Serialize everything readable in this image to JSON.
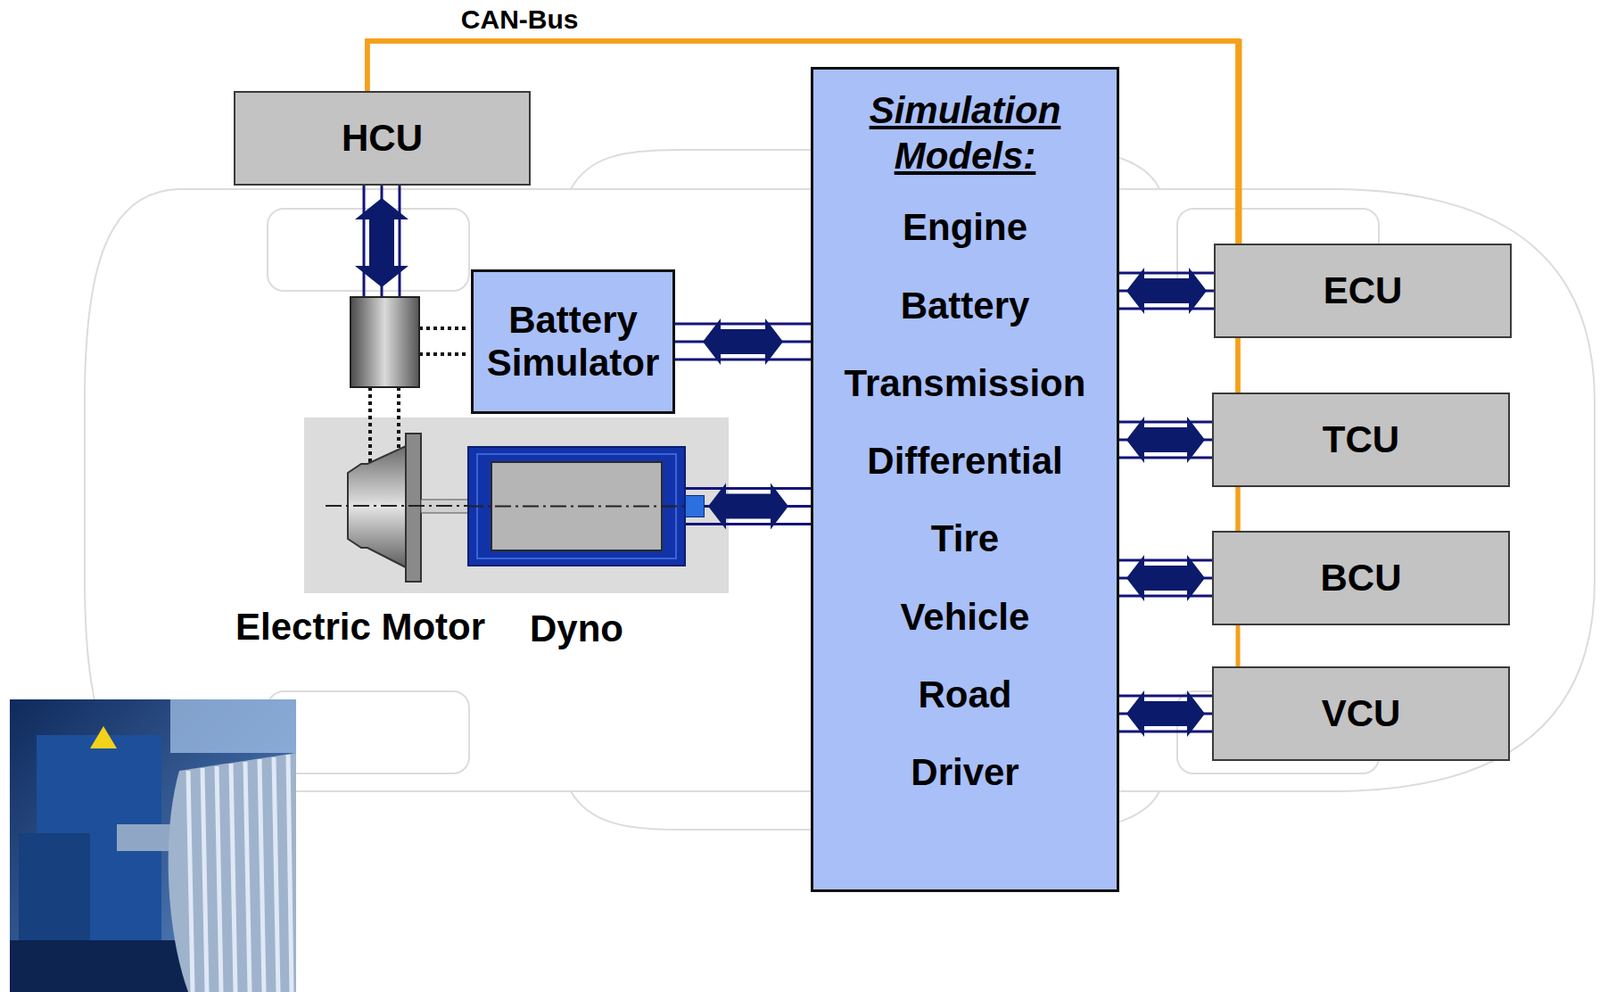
{
  "diagram": {
    "nodes": [
      {
        "text": [
          "HCU"
        ]
      },
      {
        "text": [
          "Battery Simulator"
        ]
      },
      {
        "text": [
          "Simulation Models:",
          "Engine",
          "Battery",
          "Transmission",
          "Differential",
          "Tire",
          "Vehicle",
          "Road",
          "Driver"
        ]
      },
      {
        "text": [
          "Dyno"
        ]
      },
      {
        "text": [
          "ECU"
        ]
      },
      {
        "text": [
          "TCU"
        ]
      },
      {
        "text": [
          "BCU"
        ]
      },
      {
        "text": [
          "VCU"
        ]
      }
    ],
    "edges": [
      {
        "from": 1,
        "to": 2,
        "arrow": "both"
      },
      {
        "from": 3,
        "to": 2,
        "arrow": "both"
      },
      {
        "from": 2,
        "to": 4,
        "arrow": "both"
      },
      {
        "from": 2,
        "to": 5,
        "arrow": "both"
      },
      {
        "from": 2,
        "to": 6,
        "arrow": "both"
      },
      {
        "from": 2,
        "to": 7,
        "arrow": "both"
      },
      {
        "from": 0,
        "to": 4,
        "label": "CAN-Bus",
        "arrow": "none"
      },
      {
        "from": 0,
        "to": 5,
        "arrow": "none"
      },
      {
        "from": 0,
        "to": 6,
        "arrow": "none"
      },
      {
        "from": 0,
        "to": 7,
        "arrow": "none"
      }
    ],
    "labels": [
      "Electric Motor"
    ]
  }
}
